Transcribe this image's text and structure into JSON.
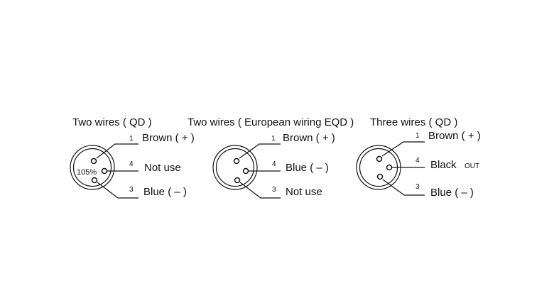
{
  "diagrams": [
    {
      "title": "Two wires ( QD )",
      "center_text": "105%",
      "pins": [
        {
          "num": "1",
          "label": "Brown ( + )"
        },
        {
          "num": "4",
          "label": "Not    use"
        },
        {
          "num": "3",
          "label": "Blue ( – )"
        }
      ]
    },
    {
      "title": "Two wires ( European wiring EQD )",
      "pins": [
        {
          "num": "1",
          "label": "Brown ( + )"
        },
        {
          "num": "4",
          "label": "Blue ( – )"
        },
        {
          "num": "3",
          "label": "Not    use"
        }
      ]
    },
    {
      "title": "Three wires ( QD )",
      "pins": [
        {
          "num": "1",
          "label": "Brown ( + )"
        },
        {
          "num": "4",
          "label": "Black",
          "suffix": "OUT"
        },
        {
          "num": "3",
          "label": "Blue ( – )"
        }
      ]
    }
  ]
}
